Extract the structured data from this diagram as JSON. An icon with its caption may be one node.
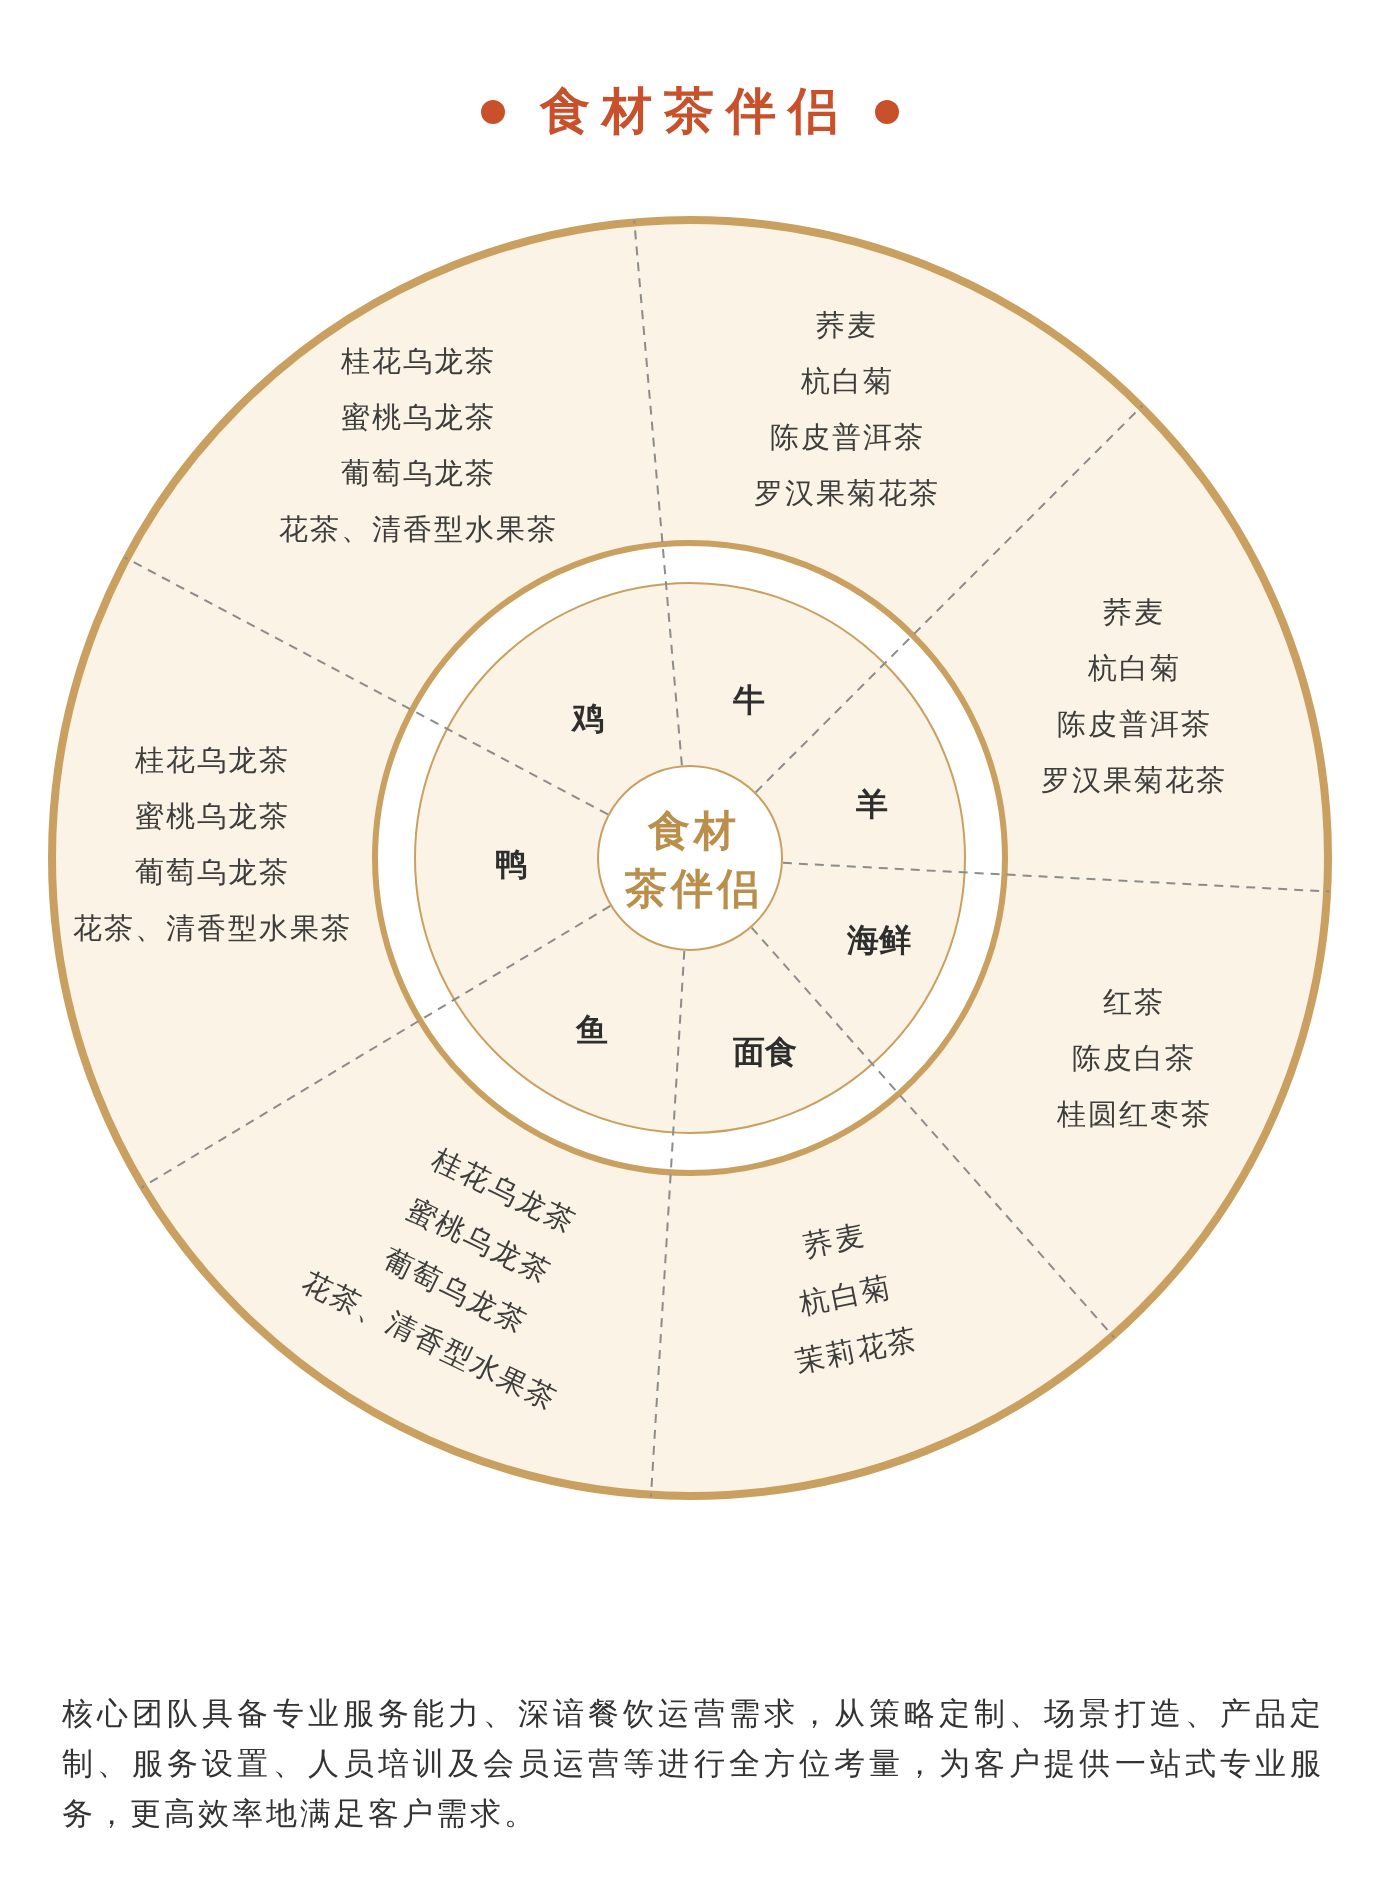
{
  "diagram": {
    "title": "食材茶伴侣",
    "nodes": [
      {
        "text": [
          "食材茶伴侣"
        ]
      },
      {
        "text": [
          "鸡"
        ]
      },
      {
        "text": [
          "牛"
        ]
      },
      {
        "text": [
          "羊"
        ]
      },
      {
        "text": [
          "海鲜"
        ]
      },
      {
        "text": [
          "面食"
        ]
      },
      {
        "text": [
          "鱼"
        ]
      },
      {
        "text": [
          "鸭"
        ]
      },
      {
        "text": [
          "桂花乌龙茶",
          "蜜桃乌龙茶",
          "葡萄乌龙茶",
          "花茶、清香型水果茶"
        ]
      },
      {
        "text": [
          "荞麦",
          "杭白菊",
          "陈皮普洱茶",
          "罗汉果菊花茶"
        ]
      },
      {
        "text": [
          "荞麦",
          "杭白菊",
          "陈皮普洱茶",
          "罗汉果菊花茶"
        ]
      },
      {
        "text": [
          "红茶",
          "陈皮白茶",
          "桂圆红枣茶"
        ]
      },
      {
        "text": [
          "荞麦",
          "杭白菊",
          "茉莉花茶"
        ]
      },
      {
        "text": [
          "桂花乌龙茶",
          "蜜桃乌龙茶",
          "葡萄乌龙茶",
          "花茶、清香型水果茶"
        ]
      },
      {
        "text": [
          "桂花乌龙茶",
          "蜜桃乌龙茶",
          "葡萄乌龙茶",
          "花茶、清香型水果茶"
        ]
      }
    ],
    "caption": "核心团队具备专业服务能力、深谙餐饮运营需求，从策略定制、场景打造、产品定制、服务设置、人员培训及会员运营等进行全方位考量，为客户提供一站式专业服务，更高效率地满足客户需求。"
  }
}
